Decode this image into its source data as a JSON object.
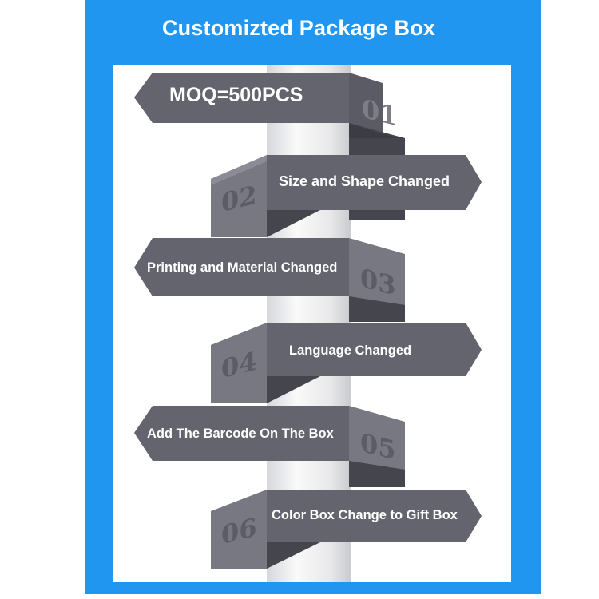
{
  "title": "Customizted Package Box",
  "steps": [
    {
      "num": "01",
      "label": "MOQ=500PCS"
    },
    {
      "num": "02",
      "label": "Size and Shape Changed"
    },
    {
      "num": "03",
      "label": "Printing and Material Changed"
    },
    {
      "num": "04",
      "label": "Language Changed"
    },
    {
      "num": "05",
      "label": "Add The Barcode On The Box"
    },
    {
      "num": "06",
      "label": "Color Box Change to Gift Box"
    }
  ],
  "colors": {
    "frame": "#2196f0",
    "banner": "#62636d",
    "block_side": "#74757e",
    "block_shadow": "#45464e",
    "pillar": "#f2f2f2"
  }
}
